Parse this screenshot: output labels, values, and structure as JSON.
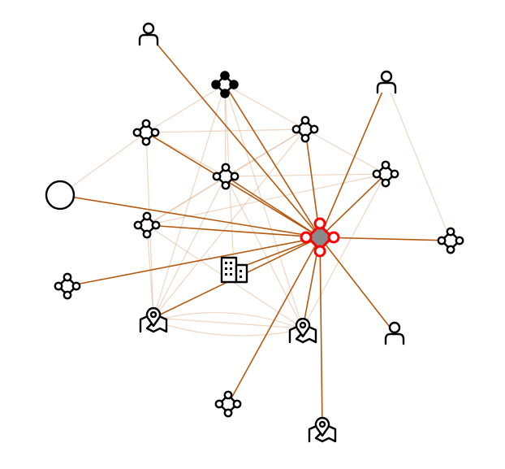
{
  "graph": {
    "colors": {
      "background": "#ffffff",
      "edge_strong": "#b35a0f",
      "edge_faint": "#d9a577",
      "selected_outline": "#ff0000",
      "icon_stroke": "#000000"
    },
    "nodes": [
      {
        "id": "hub",
        "icon": "cluster-icon",
        "selected": true
      },
      {
        "id": "p-top",
        "icon": "person-icon"
      },
      {
        "id": "c-filled",
        "icon": "cluster-filled-icon"
      },
      {
        "id": "p-right",
        "icon": "person-icon"
      },
      {
        "id": "c-left",
        "icon": "cluster-icon"
      },
      {
        "id": "c-midtop",
        "icon": "cluster-icon"
      },
      {
        "id": "c-center",
        "icon": "cluster-icon"
      },
      {
        "id": "c-right",
        "icon": "cluster-icon"
      },
      {
        "id": "circle",
        "icon": "circle-icon"
      },
      {
        "id": "c-leftmid",
        "icon": "cluster-icon"
      },
      {
        "id": "c-farright",
        "icon": "cluster-icon"
      },
      {
        "id": "c-farleft",
        "icon": "cluster-icon"
      },
      {
        "id": "building",
        "icon": "building-icon"
      },
      {
        "id": "map-left",
        "icon": "map-pin-icon"
      },
      {
        "id": "map-mid",
        "icon": "map-pin-icon"
      },
      {
        "id": "p-lowright",
        "icon": "person-icon"
      },
      {
        "id": "c-bottom",
        "icon": "cluster-icon"
      },
      {
        "id": "map-bottom",
        "icon": "map-pin-icon"
      }
    ],
    "strong_edges": [
      [
        "hub",
        "p-top"
      ],
      [
        "hub",
        "c-filled"
      ],
      [
        "hub",
        "p-right"
      ],
      [
        "hub",
        "c-left"
      ],
      [
        "hub",
        "c-midtop"
      ],
      [
        "hub",
        "c-center"
      ],
      [
        "hub",
        "c-right"
      ],
      [
        "hub",
        "circle"
      ],
      [
        "hub",
        "c-leftmid"
      ],
      [
        "hub",
        "c-farright"
      ],
      [
        "hub",
        "c-farleft"
      ],
      [
        "hub",
        "building"
      ],
      [
        "hub",
        "map-left"
      ],
      [
        "hub",
        "map-mid"
      ],
      [
        "hub",
        "p-lowright"
      ],
      [
        "hub",
        "c-bottom"
      ],
      [
        "hub",
        "map-bottom"
      ]
    ],
    "faint_edges": [
      [
        "c-filled",
        "c-left"
      ],
      [
        "c-filled",
        "c-midtop"
      ],
      [
        "c-filled",
        "c-center"
      ],
      [
        "c-filled",
        "map-left"
      ],
      [
        "c-filled",
        "map-mid"
      ],
      [
        "c-filled",
        "building"
      ],
      [
        "c-left",
        "c-midtop"
      ],
      [
        "c-left",
        "c-center"
      ],
      [
        "c-left",
        "map-left"
      ],
      [
        "c-midtop",
        "c-center"
      ],
      [
        "c-midtop",
        "c-right"
      ],
      [
        "c-midtop",
        "c-leftmid"
      ],
      [
        "c-midtop",
        "map-left"
      ],
      [
        "c-center",
        "c-right"
      ],
      [
        "c-center",
        "c-leftmid"
      ],
      [
        "c-center",
        "map-mid"
      ],
      [
        "c-center",
        "map-left"
      ],
      [
        "c-right",
        "map-mid"
      ],
      [
        "c-right",
        "c-leftmid"
      ],
      [
        "c-leftmid",
        "map-mid"
      ],
      [
        "c-leftmid",
        "map-left"
      ],
      [
        "circle",
        "c-left"
      ],
      [
        "p-right",
        "c-farright"
      ],
      [
        "map-left",
        "map-mid"
      ]
    ]
  }
}
